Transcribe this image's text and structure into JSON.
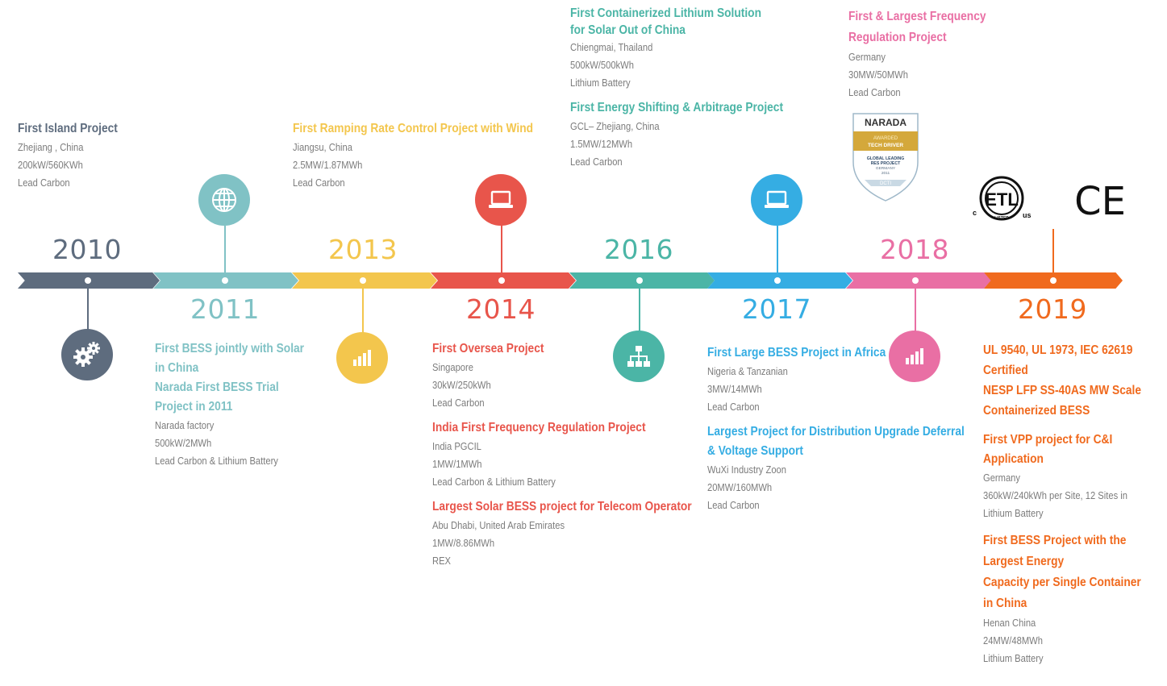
{
  "colors": {
    "2010": "#5e6c7e",
    "2011": "#80c2c5",
    "2013": "#f3c64d",
    "2014": "#e8554b",
    "2016": "#4bb5a6",
    "2017": "#35ade3",
    "2018": "#e96fa4",
    "2019": "#f06a1e"
  },
  "years": {
    "y2010": "2010",
    "y2011": "2011",
    "y2013": "2013",
    "y2014": "2014",
    "y2016": "2016",
    "y2017": "2017",
    "y2018": "2018",
    "y2019": "2019"
  },
  "icons": {
    "y2010": "gears-icon",
    "y2011": "globe-icon",
    "y2013": "bar-chart-icon",
    "y2014": "laptop-icon",
    "y2016": "network-hierarchy-icon",
    "y2017": "laptop-icon",
    "y2018": "bar-chart-icon"
  },
  "y2010": {
    "title": "First Island Project",
    "lines": [
      "Zhejiang , China",
      "200kW/560KWh",
      "Lead Carbon"
    ]
  },
  "y2011": {
    "titles": [
      "First BESS jointly with Solar",
      "in China",
      "Narada First BESS Trial",
      "Project in 2011"
    ],
    "lines": [
      "Narada factory",
      "500kW/2MWh",
      "Lead Carbon & Lithium Battery"
    ]
  },
  "y2013": {
    "title": "First Ramping Rate Control Project with Wind",
    "lines": [
      "Jiangsu, China",
      "2.5MW/1.87MWh",
      "Lead Carbon"
    ]
  },
  "y2014": {
    "p1": {
      "title": "First Oversea Project",
      "lines": [
        "Singapore",
        "30kW/250kWh",
        "Lead Carbon"
      ]
    },
    "p2": {
      "title": "India First Frequency Regulation Project",
      "lines": [
        "India PGCIL",
        "1MW/1MWh",
        "Lead Carbon & Lithium Battery"
      ]
    },
    "p3": {
      "title": "Largest Solar BESS project for Telecom Operator",
      "lines": [
        "Abu Dhabi, United Arab Emirates",
        "1MW/8.86MWh",
        "REX"
      ]
    }
  },
  "y2016": {
    "p1": {
      "titles": [
        "First Containerized Lithium Solution",
        "for Solar Out of China"
      ],
      "lines": [
        "Chiengmai, Thailand",
        "500kW/500kWh",
        "Lithium Battery"
      ]
    },
    "p2": {
      "title": "First Energy Shifting & Arbitrage Project",
      "lines": [
        "GCL– Zhejiang, China",
        "1.5MW/12MWh",
        "Lead Carbon"
      ]
    }
  },
  "y2017": {
    "p1": {
      "title": "First Large BESS Project in Africa",
      "lines": [
        "Nigeria & Tanzanian",
        "3MW/14MWh",
        "Lead Carbon"
      ]
    },
    "p2": {
      "titles": [
        "Largest Project for Distribution Upgrade Deferral",
        "& Voltage Support"
      ],
      "lines": [
        "WuXi Industry Zoon",
        "20MW/160MWh",
        "Lead Carbon"
      ]
    }
  },
  "y2018": {
    "titles": [
      "First & Largest Frequency",
      "Regulation Project"
    ],
    "lines": [
      "Germany",
      "30MW/50MWh",
      "Lead Carbon"
    ],
    "badge": {
      "brand": "NARADA",
      "lines": [
        "AWARDED",
        "TECH DRIVER",
        "GLOBAL LEADING",
        "RES PROJECT",
        "GERMANY",
        "2011",
        "DCTI"
      ]
    }
  },
  "y2019": {
    "p1": {
      "titles": [
        "UL 9540, UL 1973, IEC 62619",
        "Certified",
        "NESP LFP SS-40AS MW Scale",
        "Containerized BESS"
      ]
    },
    "p2": {
      "titles": [
        "First VPP project for C&I",
        "Application"
      ],
      "lines": [
        "Germany",
        "360kW/240kWh per Site, 12 Sites in",
        "Lithium Battery"
      ]
    },
    "p3": {
      "titles": [
        "First BESS Project with the",
        "Largest Energy",
        "Capacity per Single Container",
        "in China"
      ],
      "lines": [
        "Henan China",
        "24MW/48MWh",
        "Lithium Battery"
      ]
    },
    "cert": {
      "etl_letters": "ETL",
      "etl_c": "c",
      "etl_us": "us",
      "etl_listed": "LISTED",
      "ce": "CE"
    }
  }
}
